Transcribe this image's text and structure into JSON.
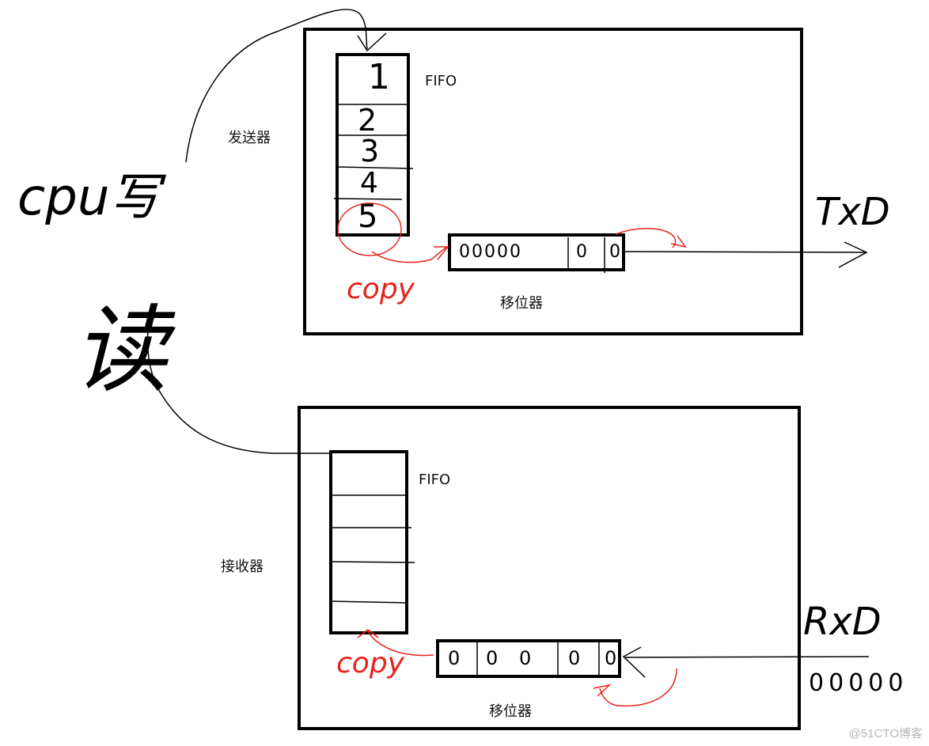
{
  "colors": {
    "ink": "#000000",
    "red": "#e8231b",
    "watermark": "#b8b8b8"
  },
  "transmitter": {
    "fifo_label": "FIFO",
    "name": "发送器",
    "fifo_slots": [
      "1",
      "2",
      "3",
      "4",
      "5"
    ],
    "shifter_label": "移位器",
    "shifter_bits": [
      "0",
      "0",
      "0",
      "0",
      "0",
      "0",
      "0"
    ],
    "copy_label": "copy",
    "output_label": "TxD"
  },
  "receiver": {
    "fifo_label": "FIFO",
    "name": "接收器",
    "shifter_label": "移位器",
    "shifter_bits": [
      "0",
      "0",
      "0",
      "0",
      "0"
    ],
    "copy_label": "copy",
    "input_label": "RxD",
    "input_bits": [
      "0",
      "0",
      "0",
      "0",
      "0"
    ]
  },
  "cpu_write": {
    "label": "cpu写"
  },
  "cpu_read": {
    "label": "读"
  },
  "watermark": "@51CTO博客"
}
